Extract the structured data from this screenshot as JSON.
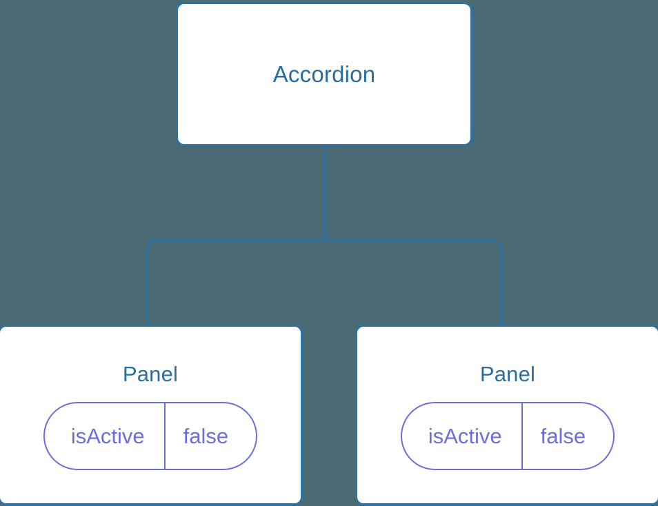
{
  "diagram": {
    "type": "component-tree",
    "background_color": "#4c6a73",
    "node_border_color": "#2b73a8",
    "node_title_color": "#2b6e9e",
    "pill_color": "#6a6fdb",
    "connector_color": "#2b73a8",
    "root": {
      "title": "Accordion"
    },
    "children": [
      {
        "title": "Panel",
        "state": {
          "key": "isActive",
          "value": "false"
        }
      },
      {
        "title": "Panel",
        "state": {
          "key": "isActive",
          "value": "false"
        }
      }
    ]
  }
}
